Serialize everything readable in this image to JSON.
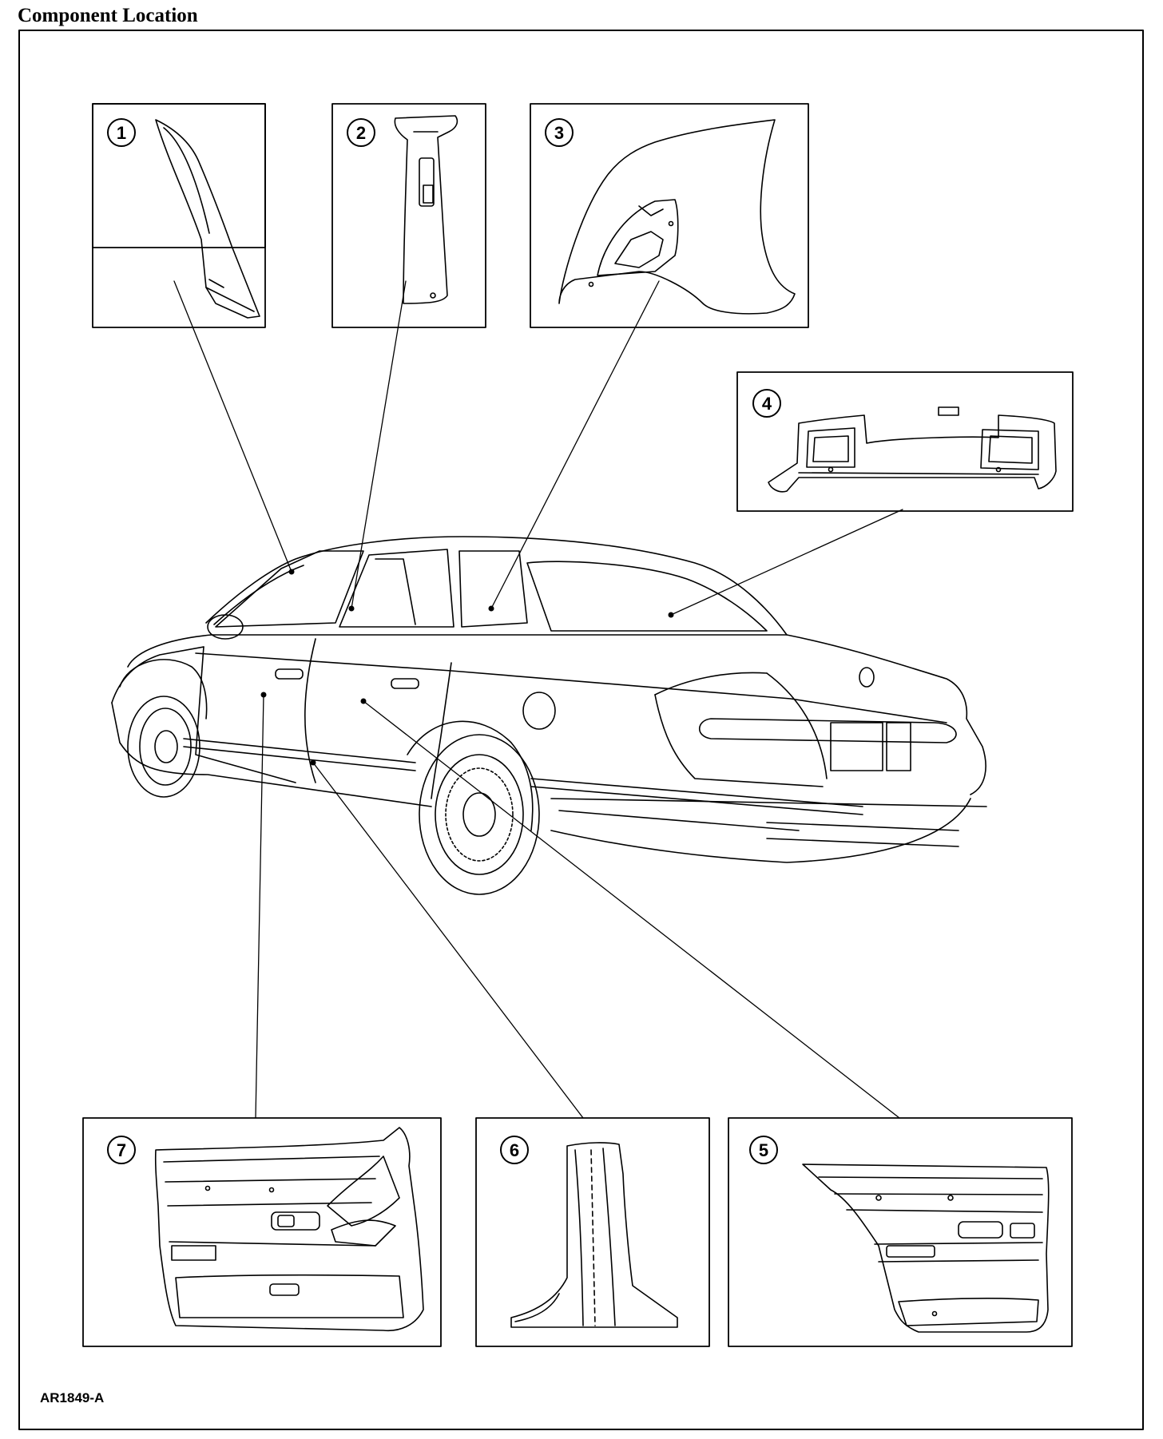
{
  "header": {
    "title": "Component Location"
  },
  "callouts": [
    {
      "number": "1",
      "name": "callout-1"
    },
    {
      "number": "2",
      "name": "callout-2"
    },
    {
      "number": "3",
      "name": "callout-3"
    },
    {
      "number": "4",
      "name": "callout-4"
    },
    {
      "number": "5",
      "name": "callout-5"
    },
    {
      "number": "6",
      "name": "callout-6"
    },
    {
      "number": "7",
      "name": "callout-7"
    }
  ],
  "footer": {
    "figure_code": "AR1849-A"
  }
}
